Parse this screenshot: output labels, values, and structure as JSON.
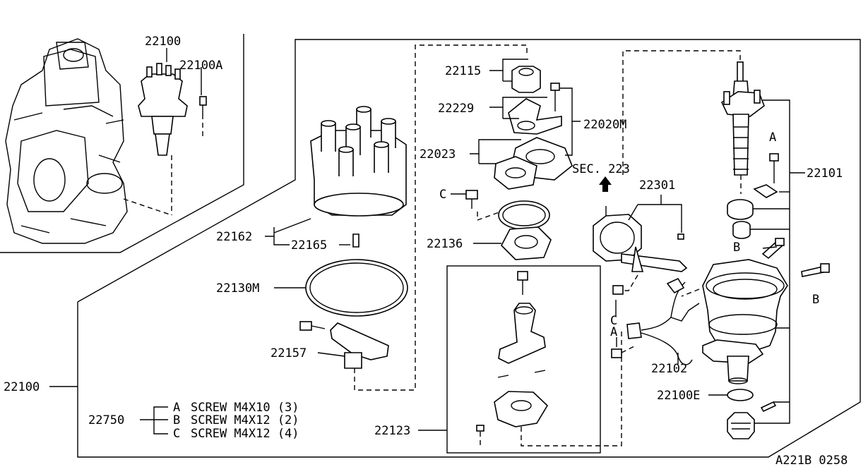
{
  "parts": {
    "p22100_top": "22100",
    "p22100A": "22100A",
    "p22115": "22115",
    "p22229": "22229",
    "p22020M": "22020M",
    "p22023": "22023",
    "sec223": "SEC. 223",
    "p22301": "22301",
    "p22101": "22101",
    "pA_right": "A",
    "pC_left": "C",
    "p22162": "22162",
    "p22165": "22165",
    "p22136": "22136",
    "pB_upper": "B",
    "p22130M": "22130M",
    "pB_lower": "B",
    "pC_mid": "C",
    "pA_mid": "A",
    "p22157": "22157",
    "p22102": "22102",
    "p22100_main": "22100",
    "p22100E": "22100E",
    "p22750": "22750",
    "p22123": "22123",
    "ref": "A221B 0258"
  },
  "screws": [
    {
      "key": "A",
      "desc": "SCREW M4X10 (3)"
    },
    {
      "key": "B",
      "desc": "SCREW M4X12 (2)"
    },
    {
      "key": "C",
      "desc": "SCREW M4X12 (4)"
    }
  ]
}
